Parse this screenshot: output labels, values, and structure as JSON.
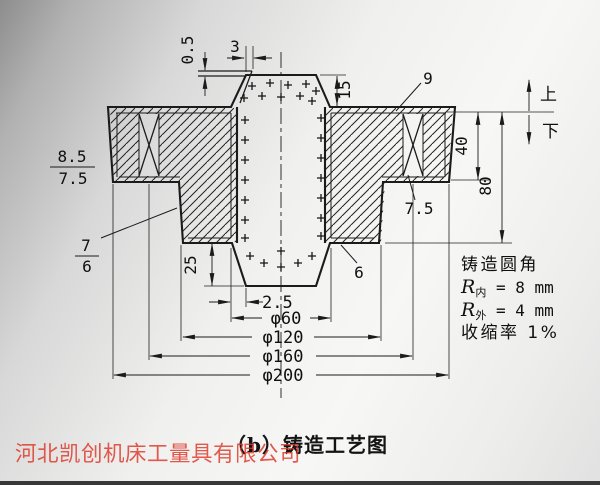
{
  "drawing": {
    "dims": {
      "top_gap": "0.5",
      "side_gap": "3",
      "top_allowance": "9",
      "print_height": "15",
      "up": "上",
      "down": "下",
      "h40": "40",
      "h80": "80",
      "frac_left_top": "8.5",
      "frac_left_bottom": "7.5",
      "frac_hub_top": "7",
      "frac_hub_bottom": "6",
      "right_allowance": "7.5",
      "bottom_allowance": "6",
      "core_print_bottom_height": "25",
      "core_taper": "2.5",
      "dia60": "φ60",
      "dia120": "φ120",
      "dia160": "φ160",
      "dia200": "φ200"
    },
    "notes": {
      "title": "铸造圆角",
      "r_inner_symbol": "R",
      "r_inner_sub": "内",
      "r_inner_value": " = 8 mm",
      "r_outer_symbol": "R",
      "r_outer_sub": "外",
      "r_outer_value": " = 4 mm",
      "shrinkage": "收缩率 1%"
    },
    "caption": "（b）铸造工艺图",
    "watermark": "河北凯创机床工量具有限公司"
  }
}
